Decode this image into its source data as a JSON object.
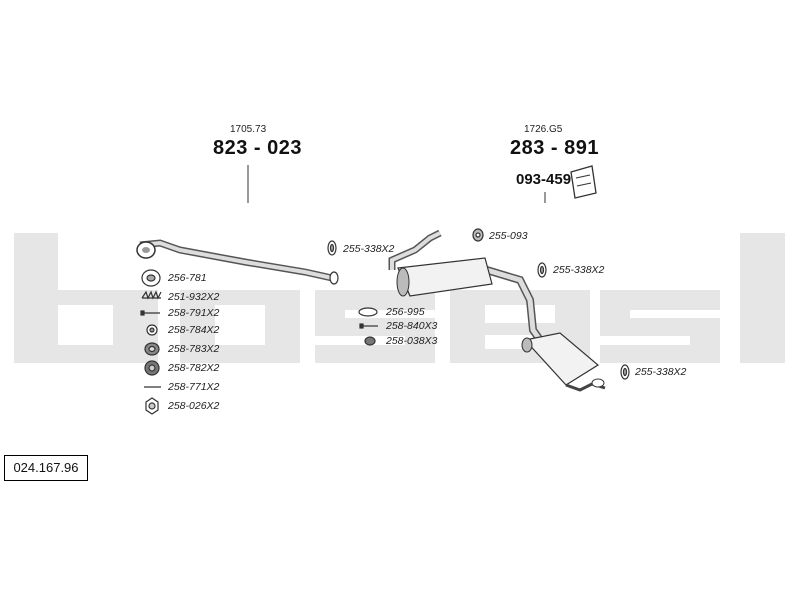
{
  "diagram": {
    "catalog_number": "024.167.96",
    "watermark_brand": "bosal",
    "assemblies": {
      "front_pipe": {
        "ref": "1705.73",
        "part": "823 - 023"
      },
      "rear_silencer": {
        "ref": "1726.G5",
        "part": "283 - 891"
      },
      "mounting_kit": {
        "part": "093-459"
      }
    },
    "fittings_left": [
      {
        "code": "256-781",
        "icon": "gasket-ring-icon"
      },
      {
        "code": "251-932X2",
        "icon": "spring-icon"
      },
      {
        "code": "258-791X2",
        "icon": "bolt-icon"
      },
      {
        "code": "258-784X2",
        "icon": "washer-icon"
      },
      {
        "code": "258-783X2",
        "icon": "rubber-mount-icon"
      },
      {
        "code": "258-782X2",
        "icon": "rubber-mount-icon"
      },
      {
        "code": "258-771X2",
        "icon": "pin-icon"
      },
      {
        "code": "258-026X2",
        "icon": "nut-icon"
      }
    ],
    "fittings_mid": [
      {
        "code": "256-995",
        "icon": "gasket-ring-icon"
      },
      {
        "code": "258-840X3",
        "icon": "bolt-icon"
      },
      {
        "code": "258-038X3",
        "icon": "nut-icon"
      }
    ],
    "clamps": [
      {
        "code": "255-338X2",
        "icon": "clamp-icon"
      },
      {
        "code": "255-093",
        "icon": "hanger-icon"
      },
      {
        "code": "255-338X2",
        "icon": "clamp-icon"
      },
      {
        "code": "255-338X2",
        "icon": "clamp-icon"
      }
    ]
  }
}
